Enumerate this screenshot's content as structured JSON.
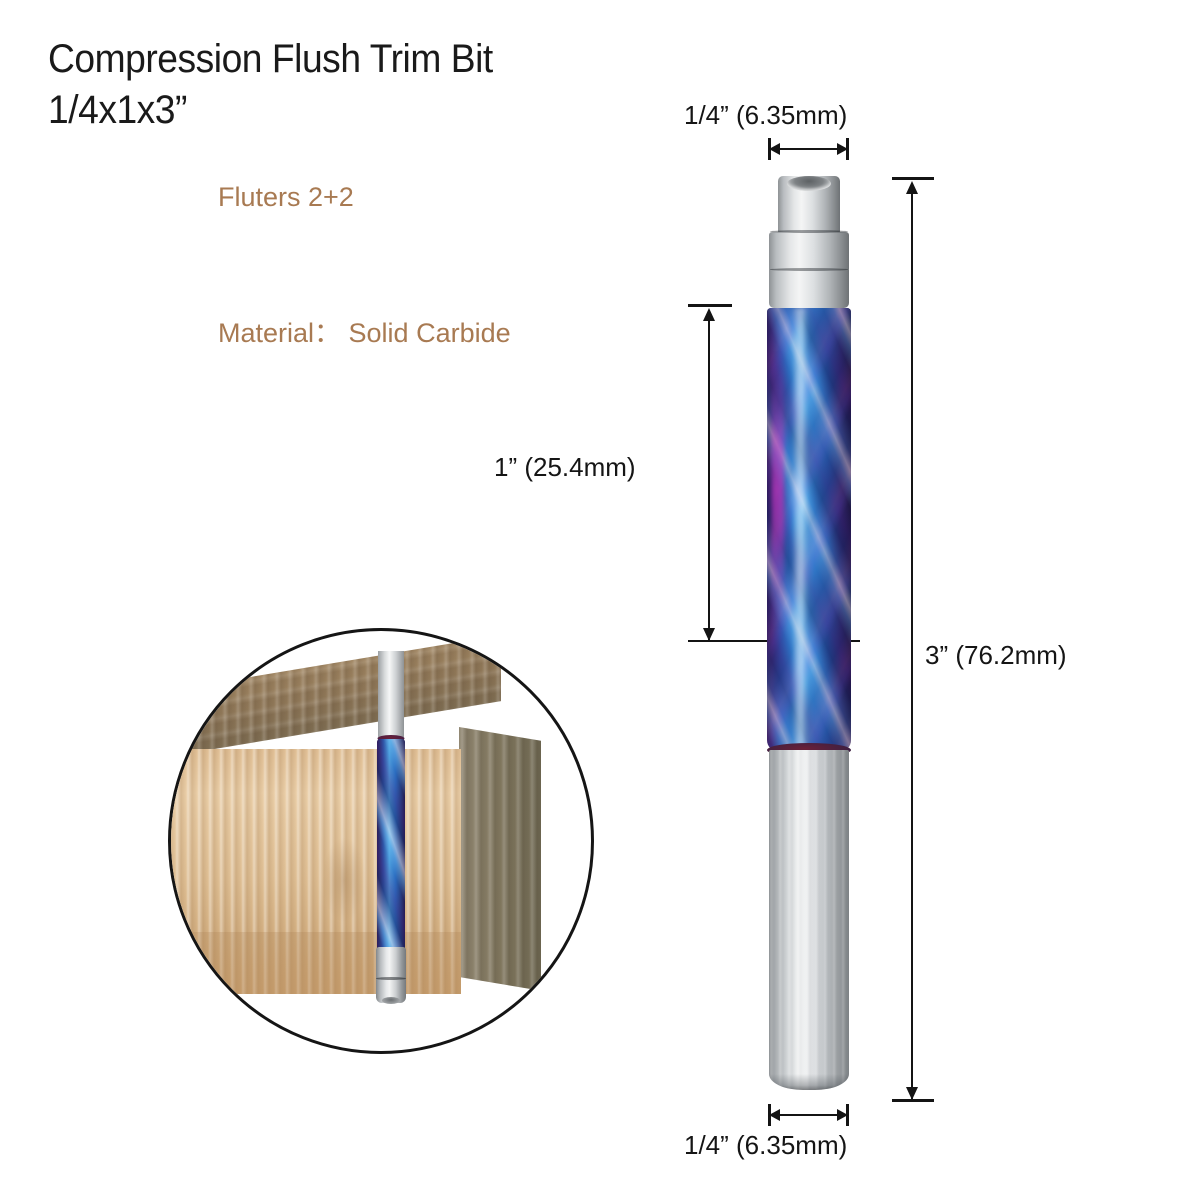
{
  "product": {
    "title_line_1": "Compression Flush Trim Bit",
    "title_line_2": "1/4x1x3”",
    "flutes_label": "Fluters 2+2",
    "material_label": "Material： Solid Carbide",
    "spec_color": "#a87a52",
    "title_color": "#1a1a1a"
  },
  "dimensions": {
    "top_diameter": "1/4”  (6.35mm)",
    "cutting_length": "1”  (25.4mm)",
    "overall_length": "3”  (76.2mm)",
    "shank_diameter": "1/4”  (6.35mm)",
    "line_color": "#141414"
  },
  "inset": {
    "caption": "",
    "wood_top_color": "#8d7657",
    "wood_front_color": "#e0bf95",
    "wood_side_color": "#82785f",
    "circle_border_color": "#151515"
  },
  "bit": {
    "coating_color": "#2f7fd0",
    "coating_accent": "#3a2a78",
    "shank_color": "#e9ebec",
    "bearing_color": "#dcdfe1"
  }
}
